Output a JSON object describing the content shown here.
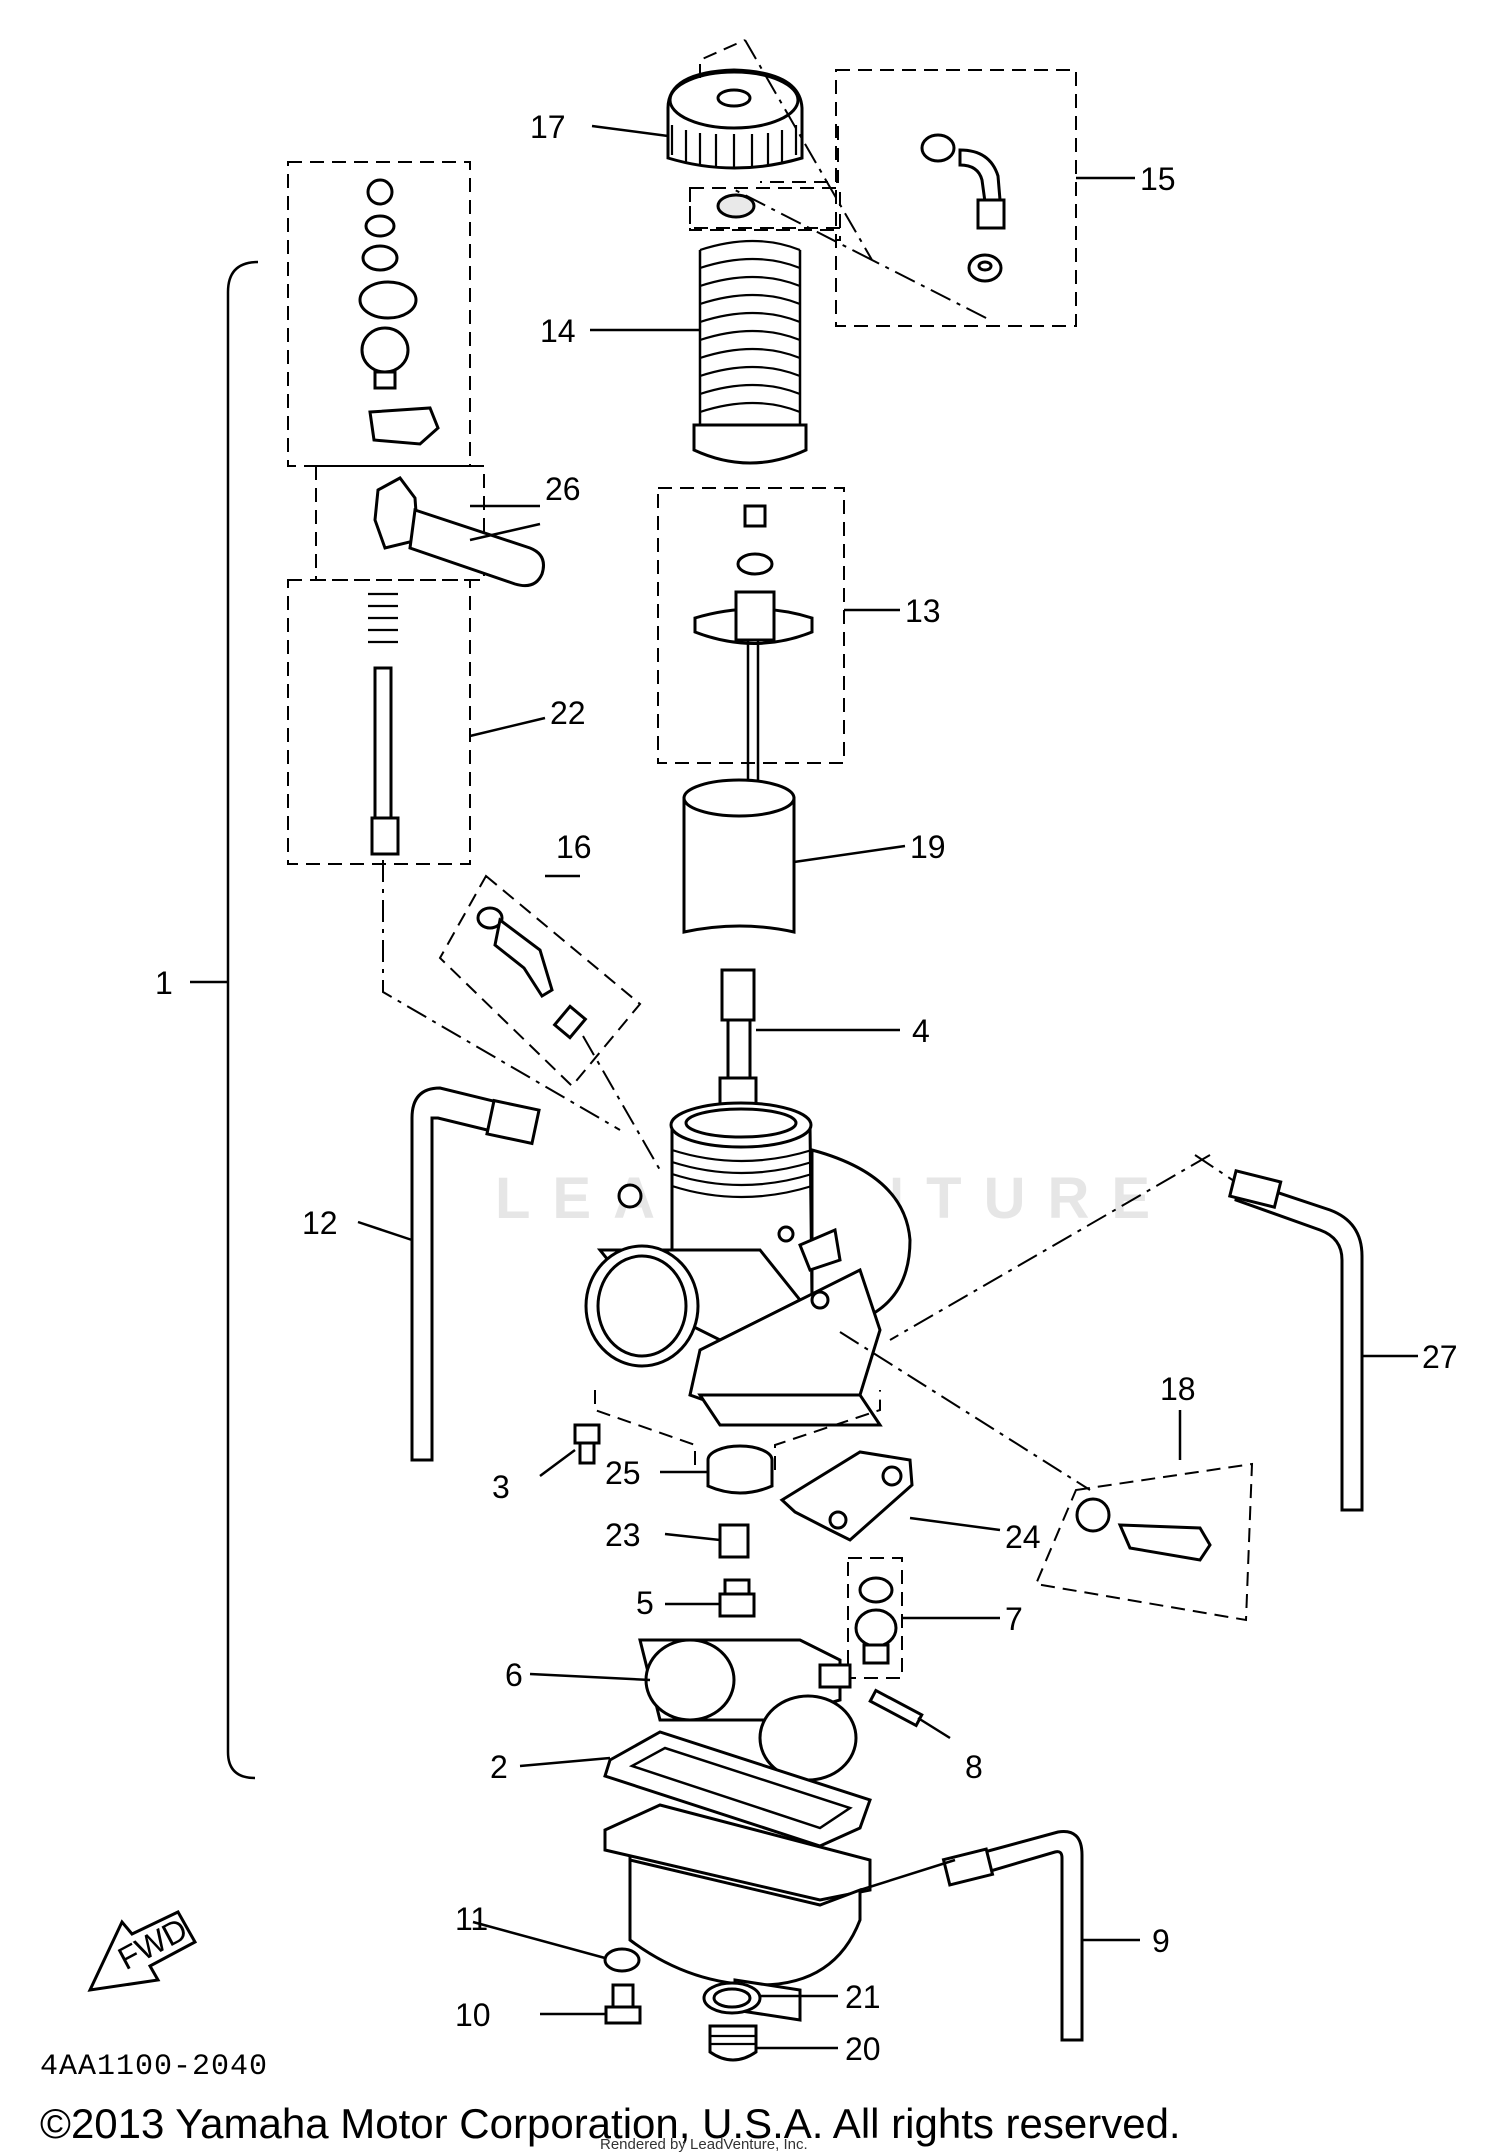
{
  "diagram": {
    "watermark": "LEADVENTURE",
    "drawing_code": "4AA1100-2040",
    "copyright": "©2013 Yamaha Motor Corporation, U.S.A. All rights reserved.",
    "rendered_by": "Rendered by LeadVenture, Inc.",
    "fwd_label": "FWD",
    "callouts": {
      "p1": "1",
      "p2": "2",
      "p3": "3",
      "p4": "4",
      "p5": "5",
      "p6": "6",
      "p7": "7",
      "p8": "8",
      "p9": "9",
      "p10": "10",
      "p11": "11",
      "p12": "12",
      "p13": "13",
      "p14": "14",
      "p15": "15",
      "p16": "16",
      "p17": "17",
      "p18": "18",
      "p19": "19",
      "p20": "20",
      "p21": "21",
      "p22": "22",
      "p23": "23",
      "p24": "24",
      "p25": "25",
      "p26": "26",
      "p27": "27"
    }
  }
}
